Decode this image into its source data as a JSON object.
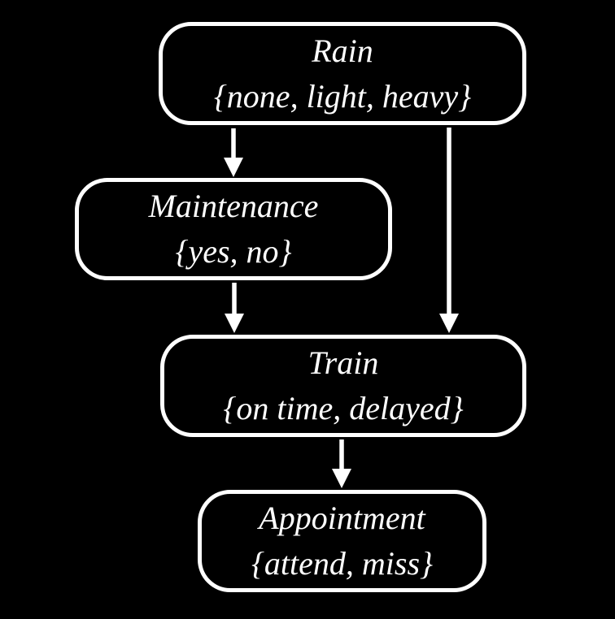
{
  "diagram": {
    "type": "bayesian-network",
    "background_color": "#000000",
    "node_border_color": "#ffffff",
    "text_color": "#ffffff",
    "arrow_color": "#ffffff",
    "nodes": [
      {
        "id": "rain",
        "title": "Rain",
        "domain": "{none, light, heavy}"
      },
      {
        "id": "maintenance",
        "title": "Maintenance",
        "domain": "{yes, no}"
      },
      {
        "id": "train",
        "title": "Train",
        "domain": "{on time, delayed}"
      },
      {
        "id": "appointment",
        "title": "Appointment",
        "domain": "{attend, miss}"
      }
    ],
    "edges": [
      {
        "from": "rain",
        "to": "maintenance"
      },
      {
        "from": "rain",
        "to": "train"
      },
      {
        "from": "maintenance",
        "to": "train"
      },
      {
        "from": "train",
        "to": "appointment"
      }
    ]
  }
}
